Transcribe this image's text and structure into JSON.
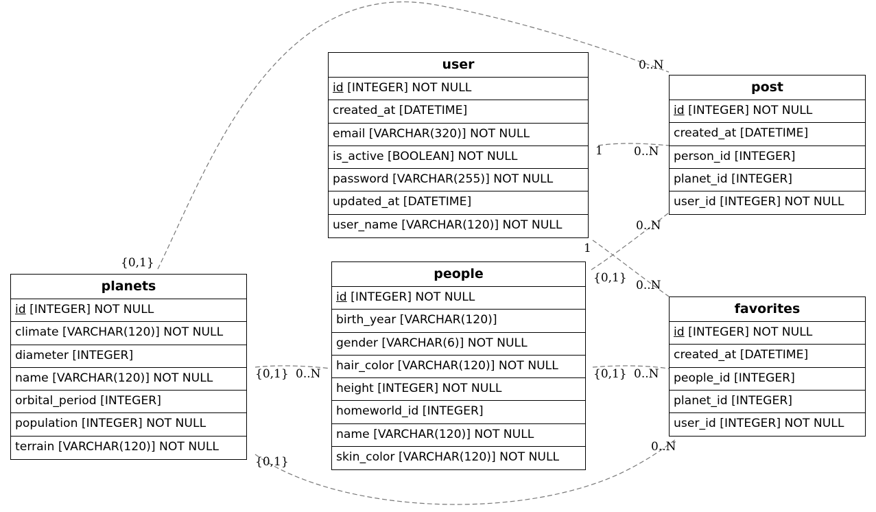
{
  "entities": {
    "user": {
      "name": "user",
      "attributes": [
        {
          "key": "id",
          "rest": " [INTEGER] NOT NULL",
          "pk": true
        },
        {
          "key": "created_at",
          "rest": " [DATETIME]",
          "pk": false
        },
        {
          "key": "email",
          "rest": " [VARCHAR(320)] NOT NULL",
          "pk": false
        },
        {
          "key": "is_active",
          "rest": " [BOOLEAN] NOT NULL",
          "pk": false
        },
        {
          "key": "password",
          "rest": " [VARCHAR(255)] NOT NULL",
          "pk": false
        },
        {
          "key": "updated_at",
          "rest": " [DATETIME]",
          "pk": false
        },
        {
          "key": "user_name",
          "rest": " [VARCHAR(120)] NOT NULL",
          "pk": false
        }
      ]
    },
    "post": {
      "name": "post",
      "attributes": [
        {
          "key": "id",
          "rest": " [INTEGER] NOT NULL",
          "pk": true
        },
        {
          "key": "created_at",
          "rest": " [DATETIME]",
          "pk": false
        },
        {
          "key": "person_id",
          "rest": " [INTEGER]",
          "pk": false
        },
        {
          "key": "planet_id",
          "rest": " [INTEGER]",
          "pk": false
        },
        {
          "key": "user_id",
          "rest": " [INTEGER] NOT NULL",
          "pk": false
        }
      ]
    },
    "planets": {
      "name": "planets",
      "attributes": [
        {
          "key": "id",
          "rest": " [INTEGER] NOT NULL",
          "pk": true
        },
        {
          "key": "climate",
          "rest": " [VARCHAR(120)] NOT NULL",
          "pk": false
        },
        {
          "key": "diameter",
          "rest": " [INTEGER]",
          "pk": false
        },
        {
          "key": "name",
          "rest": " [VARCHAR(120)] NOT NULL",
          "pk": false
        },
        {
          "key": "orbital_period",
          "rest": " [INTEGER]",
          "pk": false
        },
        {
          "key": "population",
          "rest": " [INTEGER] NOT NULL",
          "pk": false
        },
        {
          "key": "terrain",
          "rest": " [VARCHAR(120)] NOT NULL",
          "pk": false
        }
      ]
    },
    "people": {
      "name": "people",
      "attributes": [
        {
          "key": "id",
          "rest": " [INTEGER] NOT NULL",
          "pk": true
        },
        {
          "key": "birth_year",
          "rest": " [VARCHAR(120)]",
          "pk": false
        },
        {
          "key": "gender",
          "rest": " [VARCHAR(6)] NOT NULL",
          "pk": false
        },
        {
          "key": "hair_color",
          "rest": " [VARCHAR(120)] NOT NULL",
          "pk": false
        },
        {
          "key": "height",
          "rest": " [INTEGER] NOT NULL",
          "pk": false
        },
        {
          "key": "homeworld_id",
          "rest": " [INTEGER]",
          "pk": false
        },
        {
          "key": "name",
          "rest": " [VARCHAR(120)] NOT NULL",
          "pk": false
        },
        {
          "key": "skin_color",
          "rest": " [VARCHAR(120)] NOT NULL",
          "pk": false
        }
      ]
    },
    "favorites": {
      "name": "favorites",
      "attributes": [
        {
          "key": "id",
          "rest": " [INTEGER] NOT NULL",
          "pk": true
        },
        {
          "key": "created_at",
          "rest": " [DATETIME]",
          "pk": false
        },
        {
          "key": "people_id",
          "rest": " [INTEGER]",
          "pk": false
        },
        {
          "key": "planet_id",
          "rest": " [INTEGER]",
          "pk": false
        },
        {
          "key": "user_id",
          "rest": " [INTEGER] NOT NULL",
          "pk": false
        }
      ]
    }
  },
  "relationships": [
    {
      "id": "planets-post",
      "from": "planets",
      "to": "post",
      "from_card": "{0,1}",
      "to_card": "0..N"
    },
    {
      "id": "user-post",
      "from": "user",
      "to": "post",
      "from_card": "1",
      "to_card": "0..N"
    },
    {
      "id": "people-post",
      "from": "people",
      "to": "post",
      "from_card": "{0,1}",
      "to_card": "0..N"
    },
    {
      "id": "user-favorites",
      "from": "user",
      "to": "favorites",
      "from_card": "1",
      "to_card": "0..N"
    },
    {
      "id": "planets-people",
      "from": "planets",
      "to": "people",
      "from_card": "{0,1}",
      "to_card": "0..N"
    },
    {
      "id": "people-favorites",
      "from": "people",
      "to": "favorites",
      "from_card": "{0,1}",
      "to_card": "0..N"
    },
    {
      "id": "planets-favorites",
      "from": "planets",
      "to": "favorites",
      "from_card": "{0,1}",
      "to_card": "0..N"
    }
  ],
  "colors": {
    "edge": "#777777",
    "border": "#000000",
    "background": "#ffffff"
  }
}
